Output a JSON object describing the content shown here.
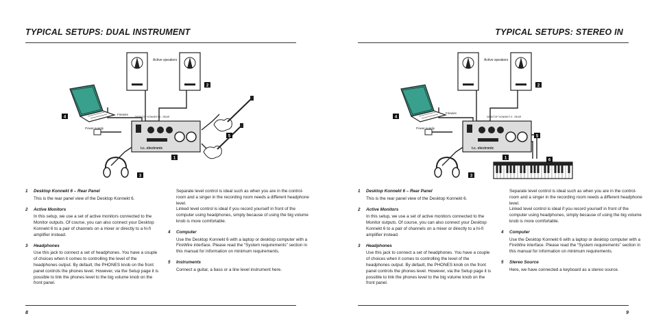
{
  "left": {
    "title": "TYPICAL SETUPS: DUAL INSTRUMENT",
    "page_number": "8",
    "diagram": {
      "active_speakers": "Active speakers",
      "firewire": "Firewire",
      "power_supply": "Power supply",
      "device_label": "DESKTOP KONNEKT 6 - REAR",
      "brand": "t.c. electronic",
      "callouts": [
        "1",
        "2",
        "3",
        "4",
        "5"
      ]
    },
    "items": [
      {
        "num": "1",
        "head": "Desktop Konnekt 6 – Rear Panel",
        "body": "This is the rear panel view of the Desktop Konnekt 6."
      },
      {
        "num": "2",
        "head": "Active Monitors",
        "body": "In this setup, we use a set of active monitors connected to the Monitor outputs. Of course, you can also connect your Desktop Konnekt 6 to a pair of channels on a mixer or directly to a hi-fi amplifier instead."
      },
      {
        "num": "3",
        "head": "Headphones",
        "body": "Use this jack to connect a set of headphones. You have a couple of choices when it comes to controlling the level of the headphones output. By default, the PHONES knob on the front panel controls the phones level. However, via the Setup page it is possible to link the phones level to the big volume knob on the front panel."
      }
    ],
    "col2_intro": "Separate level control is ideal such as when you are in the control-room and a singer in the recording room needs a different headphone level.\nLinked level control is ideal if you record yourself in front of the computer using headphones, simply because of using the big volume knob is more comfortable.",
    "items2": [
      {
        "num": "4",
        "head": "Computer",
        "body": "Use the Desktop Konnekt 6 with a laptop or desktop computer with a FireWire interface. Please read the “System requirements” section in this manual for information on minimum requirements."
      },
      {
        "num": "5",
        "head": "Instruments",
        "body": "Connect a guitar, a bass or a line level instrument here."
      }
    ]
  },
  "right": {
    "title": "TYPICAL SETUPS: STEREO IN",
    "page_number": "9",
    "diagram": {
      "active_speakers": "Active speakers",
      "firewire": "Firewire",
      "power_supply": "Power supply",
      "device_label": "DESKTOP KONNEKT 6 - REAR",
      "brand": "t.c. electronic",
      "callouts": [
        "1",
        "2",
        "3",
        "4",
        "5",
        "6"
      ]
    },
    "items": [
      {
        "num": "1",
        "head": "Desktop Konnekt 6 – Rear Panel",
        "body": "This is the rear panel view of the Desktop Konnekt 6."
      },
      {
        "num": "2",
        "head": "Active Monitors",
        "body": "In this setup, we use a set of active monitors connected to the Monitor outputs. Of course, you can also connect your Desktop Konnekt 6 to a pair of channels on a mixer or directly to a hi-fi amplifier instead."
      },
      {
        "num": "3",
        "head": "Headphones",
        "body": "Use this jack to connect a set of headphones. You have a couple of choices when it comes to controlling the level of the headphones output. By default, the PHONES knob on the front panel controls the phones level. However, via the Setup page it is possible to link the phones level to the big volume knob on the front panel."
      }
    ],
    "col2_intro": "Separate level control is ideal such as when you are in the control-room and a singer in the recording room needs a different headphone level.\nLinked level control is ideal if you record yourself in front of the computer using headphones, simply because of using the big volume knob is more comfortable.",
    "items2": [
      {
        "num": "4",
        "head": "Computer",
        "body": "Use the Desktop Konnekt 6 with a laptop or desktop computer with a FireWire interface. Please read the “System requirements” section in this manual for information on minimum requirements."
      },
      {
        "num": "5",
        "head": "Stereo Source",
        "body": "Here, we have connected a keyboard as a stereo source."
      }
    ]
  }
}
